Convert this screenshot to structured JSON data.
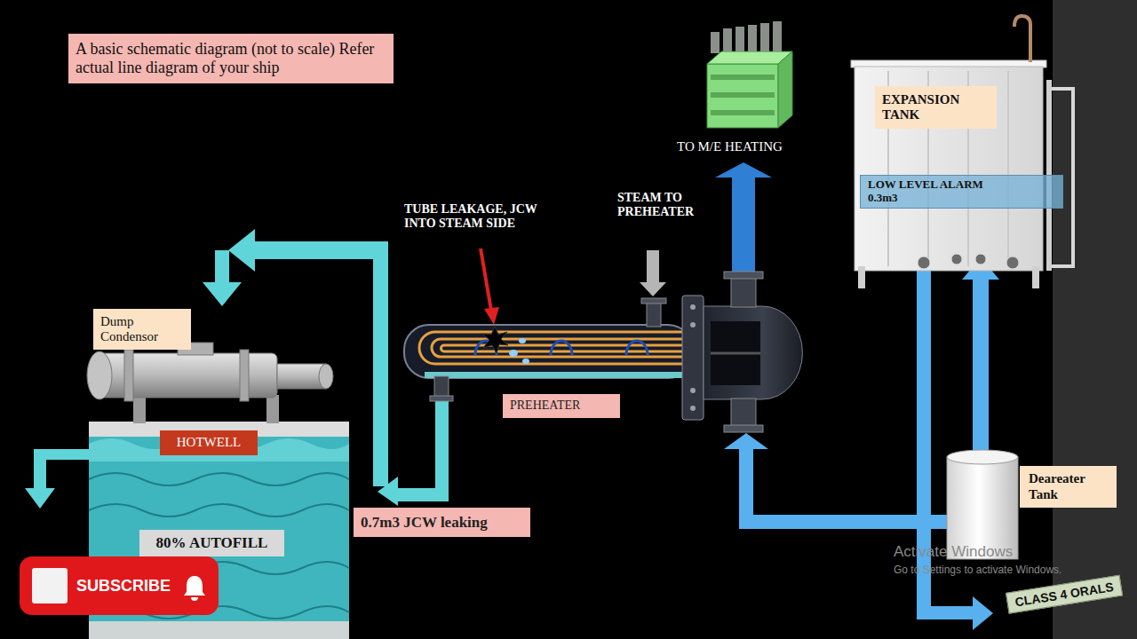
{
  "diagram": {
    "nodes": [
      {
        "text": [
          "A basic schematic diagram (not to scale) Refer actual line diagram of your ship"
        ]
      },
      {
        "text": [
          "EXPANSION TANK"
        ]
      },
      {
        "text": [
          "LOW LEVEL ALARM 0.3m3"
        ]
      },
      {
        "text": [
          "Dump Condensor"
        ]
      },
      {
        "text": [
          "PREHEATER"
        ]
      },
      {
        "text": [
          "HOTWELL"
        ]
      },
      {
        "text": [
          "Deareater Tank"
        ]
      },
      {
        "text": [
          "0.7m3 JCW leaking"
        ]
      },
      {
        "text": [
          "80% AUTOFILL"
        ]
      },
      {
        "text": [
          "SUBSCRIBE"
        ]
      }
    ],
    "labels": [
      "TUBE LEAKAGE, JCW INTO STEAM SIDE",
      "STEAM TO PREHEATER",
      "TO M/E HEATING",
      "Activate Windows",
      "Go to Settings to activate Windows.",
      "CLASS 4 ORALS"
    ]
  }
}
